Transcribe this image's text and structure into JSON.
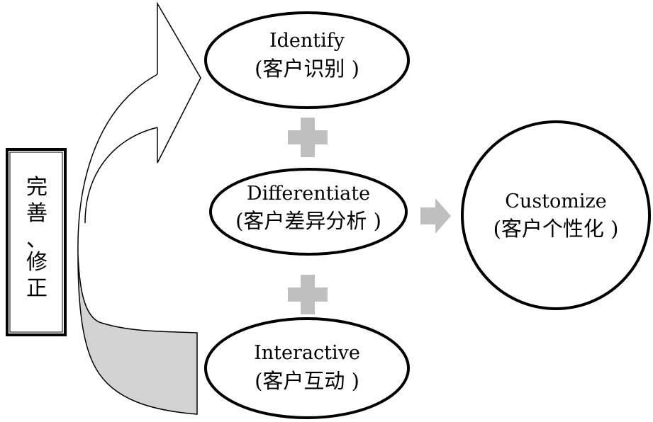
{
  "side_box": {
    "line1": "完善、",
    "line2": "修正"
  },
  "nodes": {
    "identify": {
      "en": "Identify",
      "zh": "(客户识别 )"
    },
    "differentiate": {
      "en": "Differentiate",
      "zh": "(客户差异分析 )"
    },
    "interactive": {
      "en": "Interactive",
      "zh": "(客户互动 )"
    },
    "customize": {
      "en": "Customize",
      "zh": "(客户个性化 )"
    }
  },
  "colors": {
    "stroke": "#000000",
    "gray_symbol": "#bfbfbf",
    "loop_fill": "#d3d3d3",
    "background": "#ffffff"
  },
  "icons": [
    "plus-icon",
    "plus-icon",
    "right-arrow-icon",
    "curved-arrow-icon"
  ]
}
